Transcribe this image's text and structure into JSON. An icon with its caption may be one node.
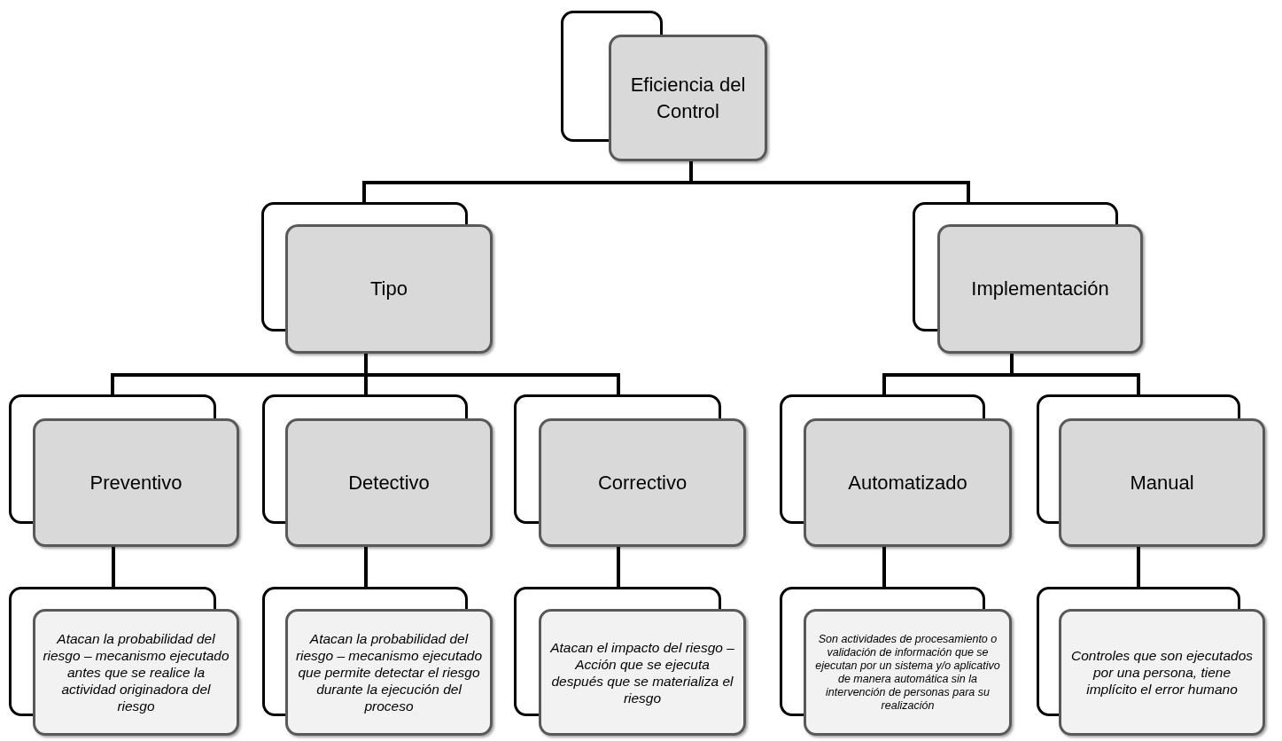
{
  "diagram": {
    "nodes": [
      {
        "text": [
          "Eficiencia del Control"
        ]
      },
      {
        "text": [
          "Tipo"
        ]
      },
      {
        "text": [
          "Implementación"
        ]
      },
      {
        "text": [
          "Preventivo"
        ]
      },
      {
        "text": [
          "Detectivo"
        ]
      },
      {
        "text": [
          "Correctivo"
        ]
      },
      {
        "text": [
          "Automatizado"
        ]
      },
      {
        "text": [
          "Manual"
        ]
      },
      {
        "text": [
          "Atacan la probabilidad del riesgo – mecanismo ejecutado antes que se realice la actividad originadora del riesgo"
        ]
      },
      {
        "text": [
          "Atacan la probabilidad del riesgo – mecanismo ejecutado que permite detectar el riesgo durante la ejecución del proceso"
        ]
      },
      {
        "text": [
          "Atacan el impacto del riesgo – Acción que se ejecuta después que se materializa el riesgo"
        ]
      },
      {
        "text": [
          "Son actividades de procesamiento o validación de información que se ejecutan por un sistema y/o aplicativo de manera automática sin la intervención de personas para su realización"
        ]
      },
      {
        "text": [
          "Controles que son ejecutados por una persona, tiene implícito el error humano"
        ]
      }
    ],
    "edges": [
      {
        "from": 0,
        "to": 1,
        "arrow": "none"
      },
      {
        "from": 0,
        "to": 2,
        "arrow": "none"
      },
      {
        "from": 1,
        "to": 3,
        "arrow": "none"
      },
      {
        "from": 1,
        "to": 4,
        "arrow": "none"
      },
      {
        "from": 1,
        "to": 5,
        "arrow": "none"
      },
      {
        "from": 2,
        "to": 6,
        "arrow": "none"
      },
      {
        "from": 2,
        "to": 7,
        "arrow": "none"
      },
      {
        "from": 3,
        "to": 8,
        "arrow": "none"
      },
      {
        "from": 4,
        "to": 9,
        "arrow": "none"
      },
      {
        "from": 5,
        "to": 10,
        "arrow": "none"
      },
      {
        "from": 6,
        "to": 11,
        "arrow": "none"
      },
      {
        "from": 7,
        "to": 12,
        "arrow": "none"
      }
    ]
  }
}
